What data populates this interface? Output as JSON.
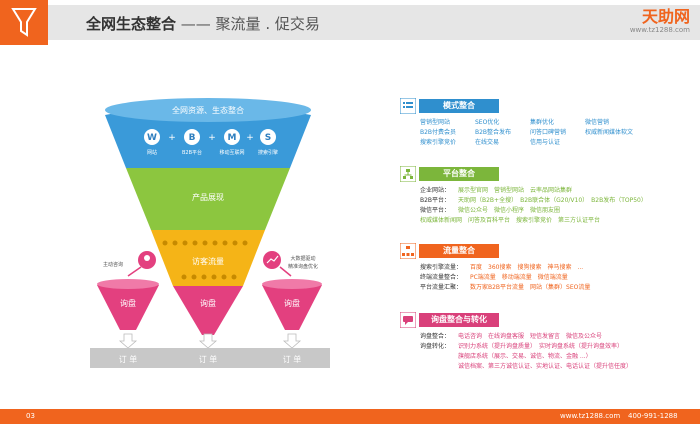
{
  "header": {
    "title": "全网生态整合",
    "subtitle": " —— 聚流量 . 促交易",
    "logo_text": "天助网",
    "logo_url": "www.tz1288.com"
  },
  "funnel": {
    "top_label": "全网资源、生态整合",
    "circles": [
      {
        "letter": "W",
        "caption": "网站"
      },
      {
        "letter": "B",
        "caption": "B2B平台"
      },
      {
        "letter": "M",
        "caption": "移动互联网"
      },
      {
        "letter": "S",
        "caption": "搜索引擎"
      }
    ],
    "plus": "+",
    "band2": "产品展现",
    "band3": "访客流量",
    "band4": "询盘",
    "small_left": "询盘",
    "small_right": "询盘",
    "left_note": "主动咨询",
    "right_note_1": "大数据驱动",
    "right_note_2": "精准询盘优化",
    "order": "订 单"
  },
  "sections": [
    {
      "title": "模式整合",
      "color": "#2f8fce",
      "icon": "list-icon",
      "rows": [
        [
          "营销型网站",
          "SEO优化",
          "集群优化",
          "微信营销"
        ],
        [
          "B2B付费会员",
          "B2B整合发布",
          "问答口碑营销",
          "权威新闻媒体软文"
        ],
        [
          "搜索引擎竞价",
          "在线交易",
          "信用与认证",
          ""
        ]
      ]
    },
    {
      "title": "平台整合",
      "color": "#7cb63b",
      "icon": "tree-icon",
      "rows": [
        {
          "label": "企业网站：",
          "text": "展示型官网　营销型网站　云率品网站集群"
        },
        {
          "label": "B2B平台：",
          "text": "天助网（B2B+全搜）　B2B联合体（G20/V10）　B2B发布（TOP50）"
        },
        {
          "label": "微信平台：",
          "text": "微信公众号　微信小程序　微信朋友圈"
        },
        {
          "label": "",
          "text": "权威媒体新闻网　问答及百科平台　搜索引擎竞价　第三方认证平台"
        }
      ]
    },
    {
      "title": "流量整合",
      "color": "#f0641e",
      "icon": "hierarchy-icon",
      "rows": [
        {
          "label": "搜索引擎流量：",
          "text": "百度　360搜索　搜狗搜索　神马搜索　..."
        },
        {
          "label": "终端流量整合：",
          "text": "PC端流量　移动端流量　微信端流量"
        },
        {
          "label": "平台流量汇聚：",
          "text": "数万家B2B平台流量　网站（集群）SEO流量"
        }
      ]
    },
    {
      "title": "询盘整合与转化",
      "color": "#d9407a",
      "icon": "chat-icon",
      "rows": [
        {
          "label": "询盘整合：",
          "text": "电话咨询　在线询盘客服　短信发留言　微信及公众号"
        },
        {
          "label": "询盘转化：",
          "text": "识别力系统（提升询盘质量）　实时询盘系统（提升询盘效率）"
        },
        {
          "label": "",
          "text": "旗舰店系统（展示、交易、诚信、物流、金融 ...）"
        },
        {
          "label": "",
          "text": "诚信档案、第三方诚信认证、实地认证、电话认证（提升信任度）"
        }
      ]
    }
  ],
  "footer": {
    "page": "03",
    "url": "www.tz1288.com",
    "phone": "400-991-1288"
  }
}
